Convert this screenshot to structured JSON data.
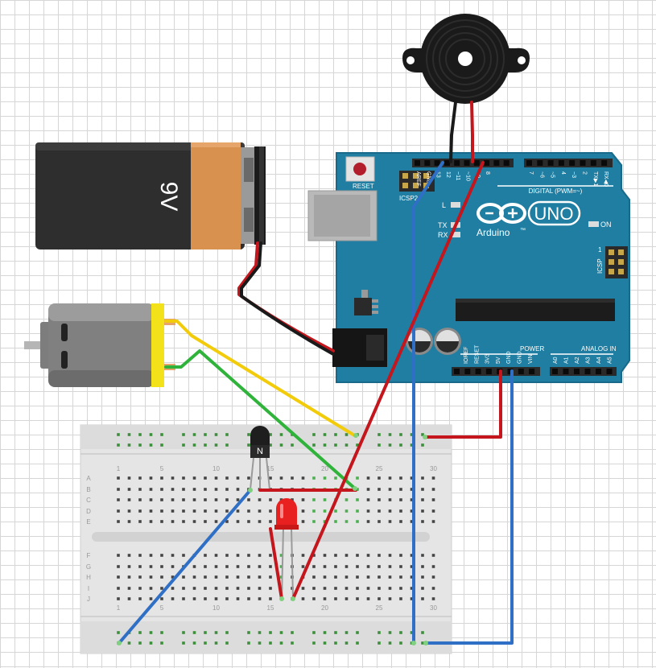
{
  "battery": {
    "label": "9V"
  },
  "arduino": {
    "reset_label": "RESET",
    "icsp_label": "ICSP2",
    "icsp1_label": "ICSP",
    "icsp1_number": "1",
    "l_label": "L",
    "tx_label": "TX",
    "rx_label": "RX",
    "on_label": "ON",
    "brand": "Arduino",
    "tm": "™",
    "model": "UNO",
    "digital_label": "DIGITAL (PWM=~)",
    "power_label": "POWER",
    "analog_label": "ANALOG IN",
    "top_pin_labels": [
      "AREF",
      "GND",
      "13",
      "12",
      "~11",
      "~10",
      "~9",
      "8",
      "7",
      "~6",
      "~5",
      "4",
      "~3",
      "2",
      "TX▶1",
      "RX◀0"
    ],
    "power_pin_labels": [
      "IOREF",
      "RESET",
      "3V3",
      "5V",
      "GND",
      "GND",
      "VIN"
    ],
    "analog_pin_labels": [
      "A0",
      "A1",
      "A2",
      "A3",
      "A4",
      "A5"
    ]
  },
  "breadboard": {
    "column_numbers": [
      "1",
      "5",
      "10",
      "15",
      "20",
      "25",
      "30"
    ],
    "row_letters_top": [
      "A",
      "B",
      "C",
      "D",
      "E"
    ],
    "row_letters_bottom": [
      "F",
      "G",
      "H",
      "I",
      "J"
    ]
  },
  "transistor": {
    "label": "N"
  },
  "colors": {
    "wire_red": "#c4161c",
    "wire_black": "#1a1a1a",
    "wire_blue": "#2f6fc6",
    "wire_green": "#2fb33a",
    "wire_yellow": "#f2cc0a",
    "board_teal": "#1f7ea1",
    "led_red": "#e82020"
  }
}
